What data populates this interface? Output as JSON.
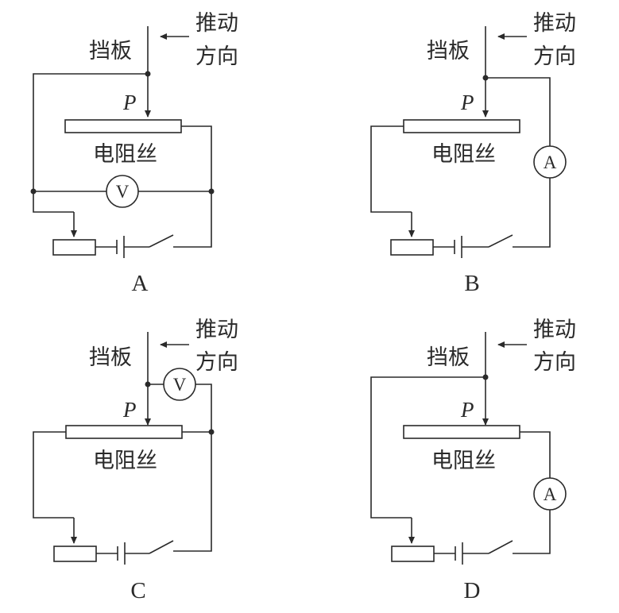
{
  "figure": {
    "description": "Four circuit diagrams (A–D) of a push-plate displacement sensor using a resistance wire",
    "labels": {
      "baffle": "挡板",
      "push_direction_line1": "推动",
      "push_direction_line2": "方向",
      "slider": "P",
      "resistance_wire": "电阻丝"
    },
    "panels": [
      {
        "id": "A",
        "caption": "A",
        "meter": "V",
        "meter_type": "voltmeter",
        "meter_position": "across whole circuit between left and right junctions"
      },
      {
        "id": "B",
        "caption": "B",
        "meter": "A",
        "meter_type": "ammeter",
        "meter_position": "series on right branch from slider P"
      },
      {
        "id": "C",
        "caption": "C",
        "meter": "V",
        "meter_type": "voltmeter",
        "meter_position": "between slider P and right end of wire"
      },
      {
        "id": "D",
        "caption": "D",
        "meter": "A",
        "meter_type": "ammeter",
        "meter_position": "series on right branch from wire end"
      }
    ],
    "colors": {
      "ink": "#2a2a2a",
      "background": "#ffffff"
    }
  }
}
